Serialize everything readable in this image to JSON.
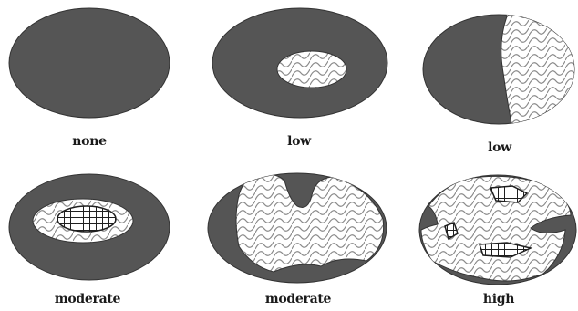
{
  "panels": [
    {
      "caption": "none"
    },
    {
      "caption": "low"
    },
    {
      "caption": "low"
    },
    {
      "caption": "moderate"
    },
    {
      "caption": "moderate"
    },
    {
      "caption": "high"
    }
  ],
  "colors": {
    "dark_fill": "#555555",
    "light_fill": "#ffffff",
    "pattern_stroke": "#8a8a8a",
    "grid_fill": "#2a2a2a",
    "outline": "#333333"
  }
}
